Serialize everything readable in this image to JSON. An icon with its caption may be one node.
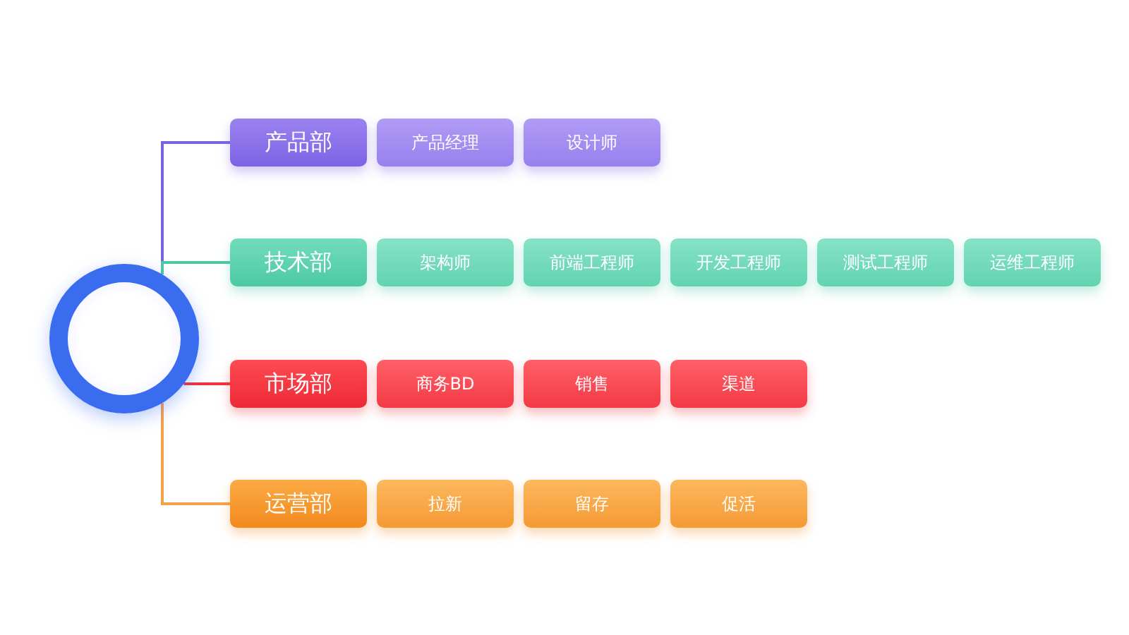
{
  "diagram": {
    "nodes": [
      {
        "text": [],
        "shape": "circle"
      },
      {
        "text": [
          "产品部"
        ]
      },
      {
        "text": [
          "产品经理"
        ]
      },
      {
        "text": [
          "设计师"
        ]
      },
      {
        "text": [
          "技术部"
        ]
      },
      {
        "text": [
          "架构师"
        ]
      },
      {
        "text": [
          "前端工程师"
        ]
      },
      {
        "text": [
          "开发工程师"
        ]
      },
      {
        "text": [
          "测试工程师"
        ]
      },
      {
        "text": [
          "运维工程师"
        ]
      },
      {
        "text": [
          "市场部"
        ]
      },
      {
        "text": [
          "商务BD"
        ]
      },
      {
        "text": [
          "销售"
        ]
      },
      {
        "text": [
          "渠道"
        ]
      },
      {
        "text": [
          "运营部"
        ]
      },
      {
        "text": [
          "拉新"
        ]
      },
      {
        "text": [
          "留存"
        ]
      },
      {
        "text": [
          "促活"
        ]
      }
    ],
    "edges": [
      {
        "from": 0,
        "to": 1,
        "arrow": "none",
        "color": "#7b63e0"
      },
      {
        "from": 0,
        "to": 4,
        "arrow": "none",
        "color": "#4cc9a2"
      },
      {
        "from": 0,
        "to": 10,
        "arrow": "none",
        "color": "#f0333f"
      },
      {
        "from": 0,
        "to": 14,
        "arrow": "none",
        "color": "#f5a04a"
      }
    ]
  }
}
